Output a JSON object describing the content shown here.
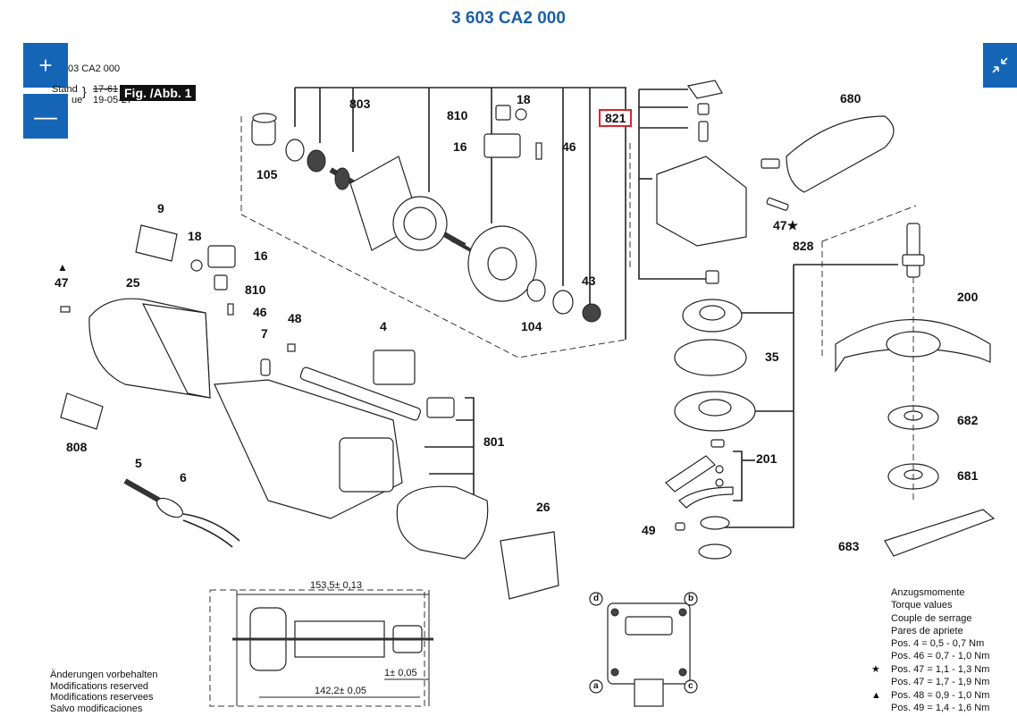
{
  "header": {
    "title": "3 603 CA2 000"
  },
  "controls": {
    "zoom_in": "+",
    "zoom_out": "—"
  },
  "meta": {
    "part_number": "03 CA2 000",
    "stand_label": "Stand",
    "issue_label": "ue",
    "stand_date_old": "17-61",
    "issue_date": "19-05-27",
    "figure": "Fig. /Abb. 1"
  },
  "callouts": {
    "c803": "803",
    "c810a": "810",
    "c18a": "18",
    "c16a": "16",
    "c46a": "46",
    "c821": "821",
    "c680": "680",
    "c47star": "47★",
    "c105": "105",
    "c9": "9",
    "c18b": "18",
    "c16b": "16",
    "c810b": "810",
    "c46b": "46",
    "c47tri": "47",
    "c25": "25",
    "c43": "43",
    "c104": "104",
    "c828": "828",
    "c48": "48",
    "c7": "7",
    "c4": "4",
    "c35": "35",
    "c200": "200",
    "c801": "801",
    "c808": "808",
    "c201": "201",
    "c682": "682",
    "c5": "5",
    "c6": "6",
    "c26": "26",
    "c681": "681",
    "c49": "49",
    "c683": "683"
  },
  "dimensions": {
    "d1": "153,5± 0,13",
    "d2": "1± 0,05",
    "d3": "142,2± 0,05"
  },
  "corner_letters": {
    "a": "a",
    "b": "b",
    "c": "c",
    "d": "d"
  },
  "notes": [
    "Änderungen vorbehalten",
    "Modifications reserved",
    "Modifications reservees",
    "Salvo modificaciones"
  ],
  "torque": {
    "heading": [
      "Anzugsmomente",
      "Torque values",
      "Couple de serrage",
      "Pares de apriete"
    ],
    "rows": [
      {
        "marker": "",
        "pos": "Pos.   4 = 0,5 - 0,7 Nm"
      },
      {
        "marker": "",
        "pos": "Pos. 46 = 0,7 - 1,0 Nm"
      },
      {
        "marker": "★",
        "pos": "Pos. 47 = 1,1 - 1,3 Nm"
      },
      {
        "marker": "",
        "pos": "Pos. 47 = 1,7 - 1,9 Nm"
      },
      {
        "marker": "▲",
        "pos": "Pos. 48 = 0,9 - 1,0 Nm"
      },
      {
        "marker": "",
        "pos": "Pos. 49 = 1,4 - 1,6 Nm"
      }
    ]
  }
}
